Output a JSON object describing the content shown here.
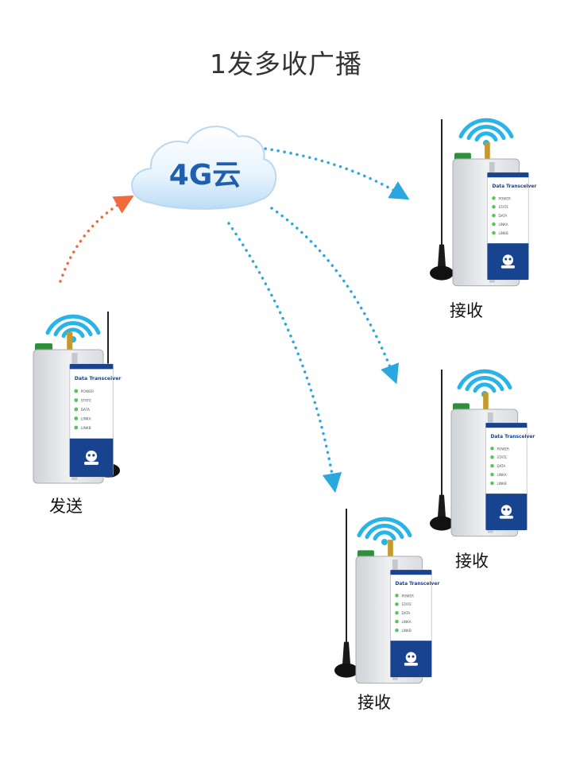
{
  "title": "1发多收广播",
  "cloud": {
    "label": "4G云"
  },
  "device": {
    "brand": "Data Transceiver",
    "indicators": [
      "POWER",
      "STATE",
      "DATA",
      "LINKA",
      "LINKB"
    ]
  },
  "nodes": {
    "sender": {
      "label": "发送"
    },
    "receiver_1": {
      "label": "接收"
    },
    "receiver_2": {
      "label": "接收"
    },
    "receiver_3": {
      "label": "接收"
    }
  },
  "colors": {
    "uplink_arrow": "#f06a3c",
    "downlink_arrow": "#2aa7df",
    "wifi_signal": "#29b4e8",
    "device_panel": "#17438f",
    "cloud_text": "#1f5fae"
  }
}
